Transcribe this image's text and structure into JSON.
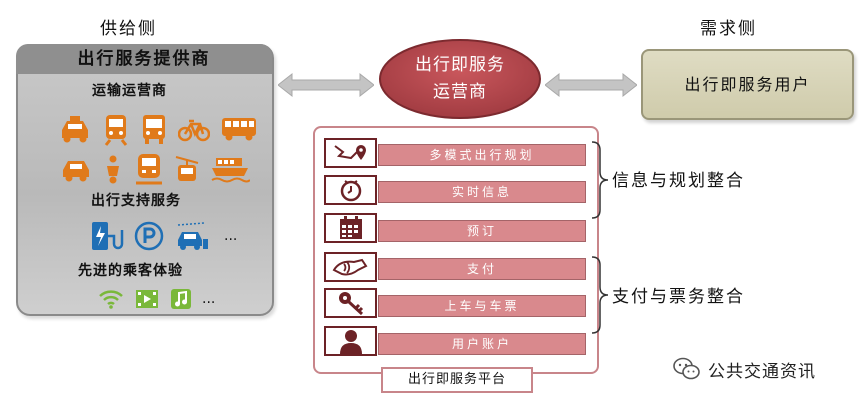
{
  "supply": {
    "side_title": "供给侧",
    "header": "出行服务提供商",
    "transport_operators": "运输运营商",
    "support_services": "出行支持服务",
    "passenger_experience": "先进的乘客体验",
    "ellipsis": "..."
  },
  "operator": {
    "line1": "出行即服务",
    "line2": "运营商"
  },
  "demand": {
    "side_title": "需求侧",
    "users": "出行即服务用户"
  },
  "platform": {
    "name": "出行即服务平台",
    "items": [
      {
        "label": "多模式出行规划",
        "icon": "map-route-icon"
      },
      {
        "label": "实时信息",
        "icon": "clock-icon"
      },
      {
        "label": "预订",
        "icon": "calendar-icon"
      },
      {
        "label": "支付",
        "icon": "contactless-payment-icon"
      },
      {
        "label": "上车与车票",
        "icon": "key-icon"
      },
      {
        "label": "用户账户",
        "icon": "user-icon"
      }
    ],
    "group1": "信息与规划整合",
    "group2": "支付与票务整合"
  },
  "footer": {
    "brand": "公共交通资讯"
  },
  "colors": {
    "operator_fill": "#b84a50",
    "item_fill": "#d9898d",
    "icon_orange": "#e07a1a",
    "icon_blue": "#1f6fb5",
    "icon_green": "#7ab83a"
  }
}
